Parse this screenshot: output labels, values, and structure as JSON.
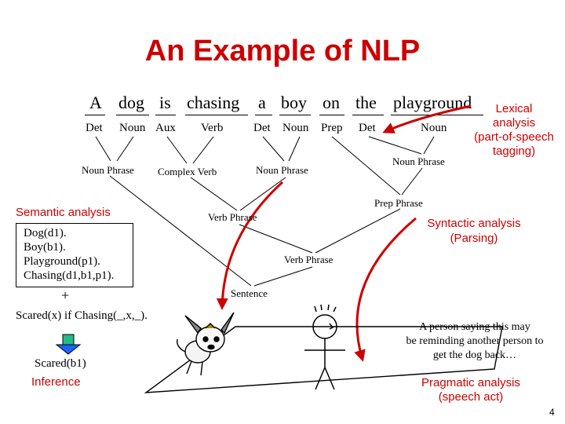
{
  "title": "An Example of NLP",
  "sentence": {
    "words": [
      "A",
      "dog",
      "is",
      "chasing",
      "a",
      "boy",
      "on",
      "the",
      "playground"
    ],
    "tags": [
      "Det",
      "Noun",
      "Aux",
      "Verb",
      "Det",
      "Noun",
      "Prep",
      "Det",
      "Noun"
    ]
  },
  "phrases": {
    "noun_phrase_1": "Noun Phrase",
    "complex_verb": "Complex Verb",
    "noun_phrase_2": "Noun Phrase",
    "noun_phrase_3": "Noun Phrase",
    "prep_phrase": "Prep Phrase",
    "verb_phrase_1": "Verb Phrase",
    "verb_phrase_2": "Verb Phrase",
    "sentence": "Sentence"
  },
  "labels": {
    "lexical": [
      "Lexical",
      "analysis",
      "(part-of-speech",
      "tagging)"
    ],
    "syntactic": [
      "Syntactic analysis",
      "(Parsing)"
    ],
    "semantic": "Semantic analysis",
    "inference": "Inference",
    "pragmatic": [
      "Pragmatic analysis",
      "(speech act)"
    ]
  },
  "semantics": {
    "facts": [
      "Dog(d1).",
      "Boy(b1).",
      "Playground(p1).",
      "Chasing(d1,b1,p1)."
    ],
    "plus": "+",
    "rule": "Scared(x) if Chasing(_,x,_).",
    "result": "Scared(b1)"
  },
  "pragmatic_text": [
    "A person saying this may",
    "be reminding another person to",
    "get the dog back…"
  ],
  "page_number": "4",
  "colors": {
    "title": "#cc0000",
    "arrow": "#cc0000",
    "inference_box": "#22bb88"
  }
}
